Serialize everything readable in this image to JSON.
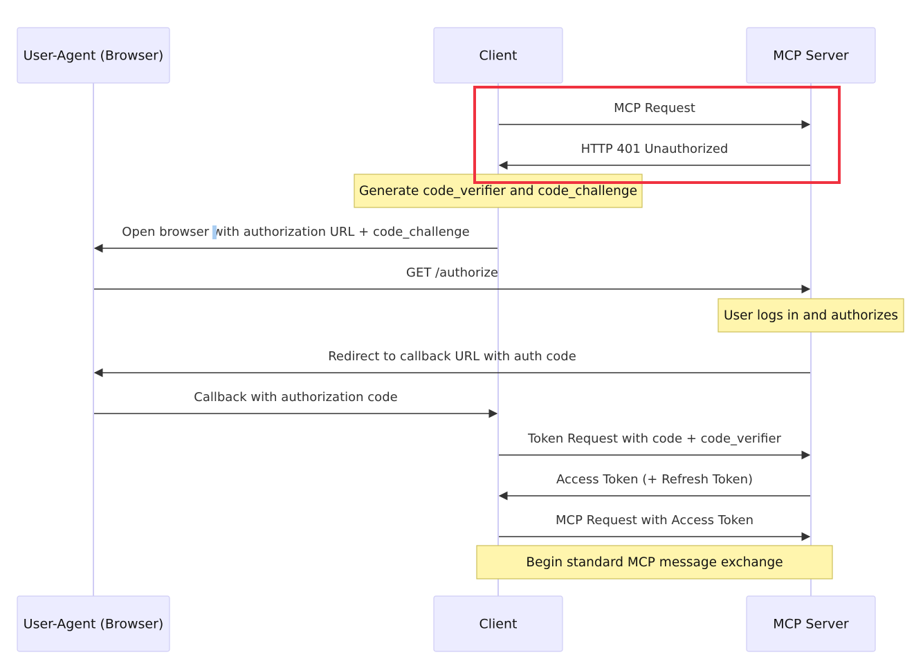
{
  "participants": [
    {
      "id": "user-agent",
      "label": "User-Agent (Browser)"
    },
    {
      "id": "client",
      "label": "Client"
    },
    {
      "id": "mcp-server",
      "label": "MCP Server"
    }
  ],
  "steps": [
    {
      "kind": "message",
      "from": "client",
      "to": "mcp-server",
      "label": "MCP Request"
    },
    {
      "kind": "message",
      "from": "mcp-server",
      "to": "client",
      "label": "HTTP 401 Unauthorized"
    },
    {
      "kind": "note",
      "over": [
        "client"
      ],
      "label": "Generate code_verifier and code_challenge"
    },
    {
      "kind": "message",
      "from": "client",
      "to": "user-agent",
      "label": "Open browser with authorization URL + code_challenge"
    },
    {
      "kind": "message",
      "from": "user-agent",
      "to": "mcp-server",
      "label": "GET /authorize"
    },
    {
      "kind": "note",
      "over": [
        "mcp-server"
      ],
      "label": "User logs in and authorizes"
    },
    {
      "kind": "message",
      "from": "mcp-server",
      "to": "user-agent",
      "label": "Redirect to callback URL with auth code"
    },
    {
      "kind": "message",
      "from": "user-agent",
      "to": "client",
      "label": "Callback with authorization code"
    },
    {
      "kind": "message",
      "from": "client",
      "to": "mcp-server",
      "label": "Token Request with code + code_verifier"
    },
    {
      "kind": "message",
      "from": "mcp-server",
      "to": "client",
      "label": "Access Token (+ Refresh Token)"
    },
    {
      "kind": "message",
      "from": "client",
      "to": "mcp-server",
      "label": "MCP Request with Access Token"
    },
    {
      "kind": "note",
      "over": [
        "client",
        "mcp-server"
      ],
      "label": "Begin standard MCP message exchange"
    }
  ],
  "colors": {
    "actor_fill": "#ececff",
    "actor_border": "#cfccf5",
    "note_fill": "#fff5ad",
    "note_border": "#cbbf58",
    "line": "#333333",
    "highlight": "#f03240"
  }
}
